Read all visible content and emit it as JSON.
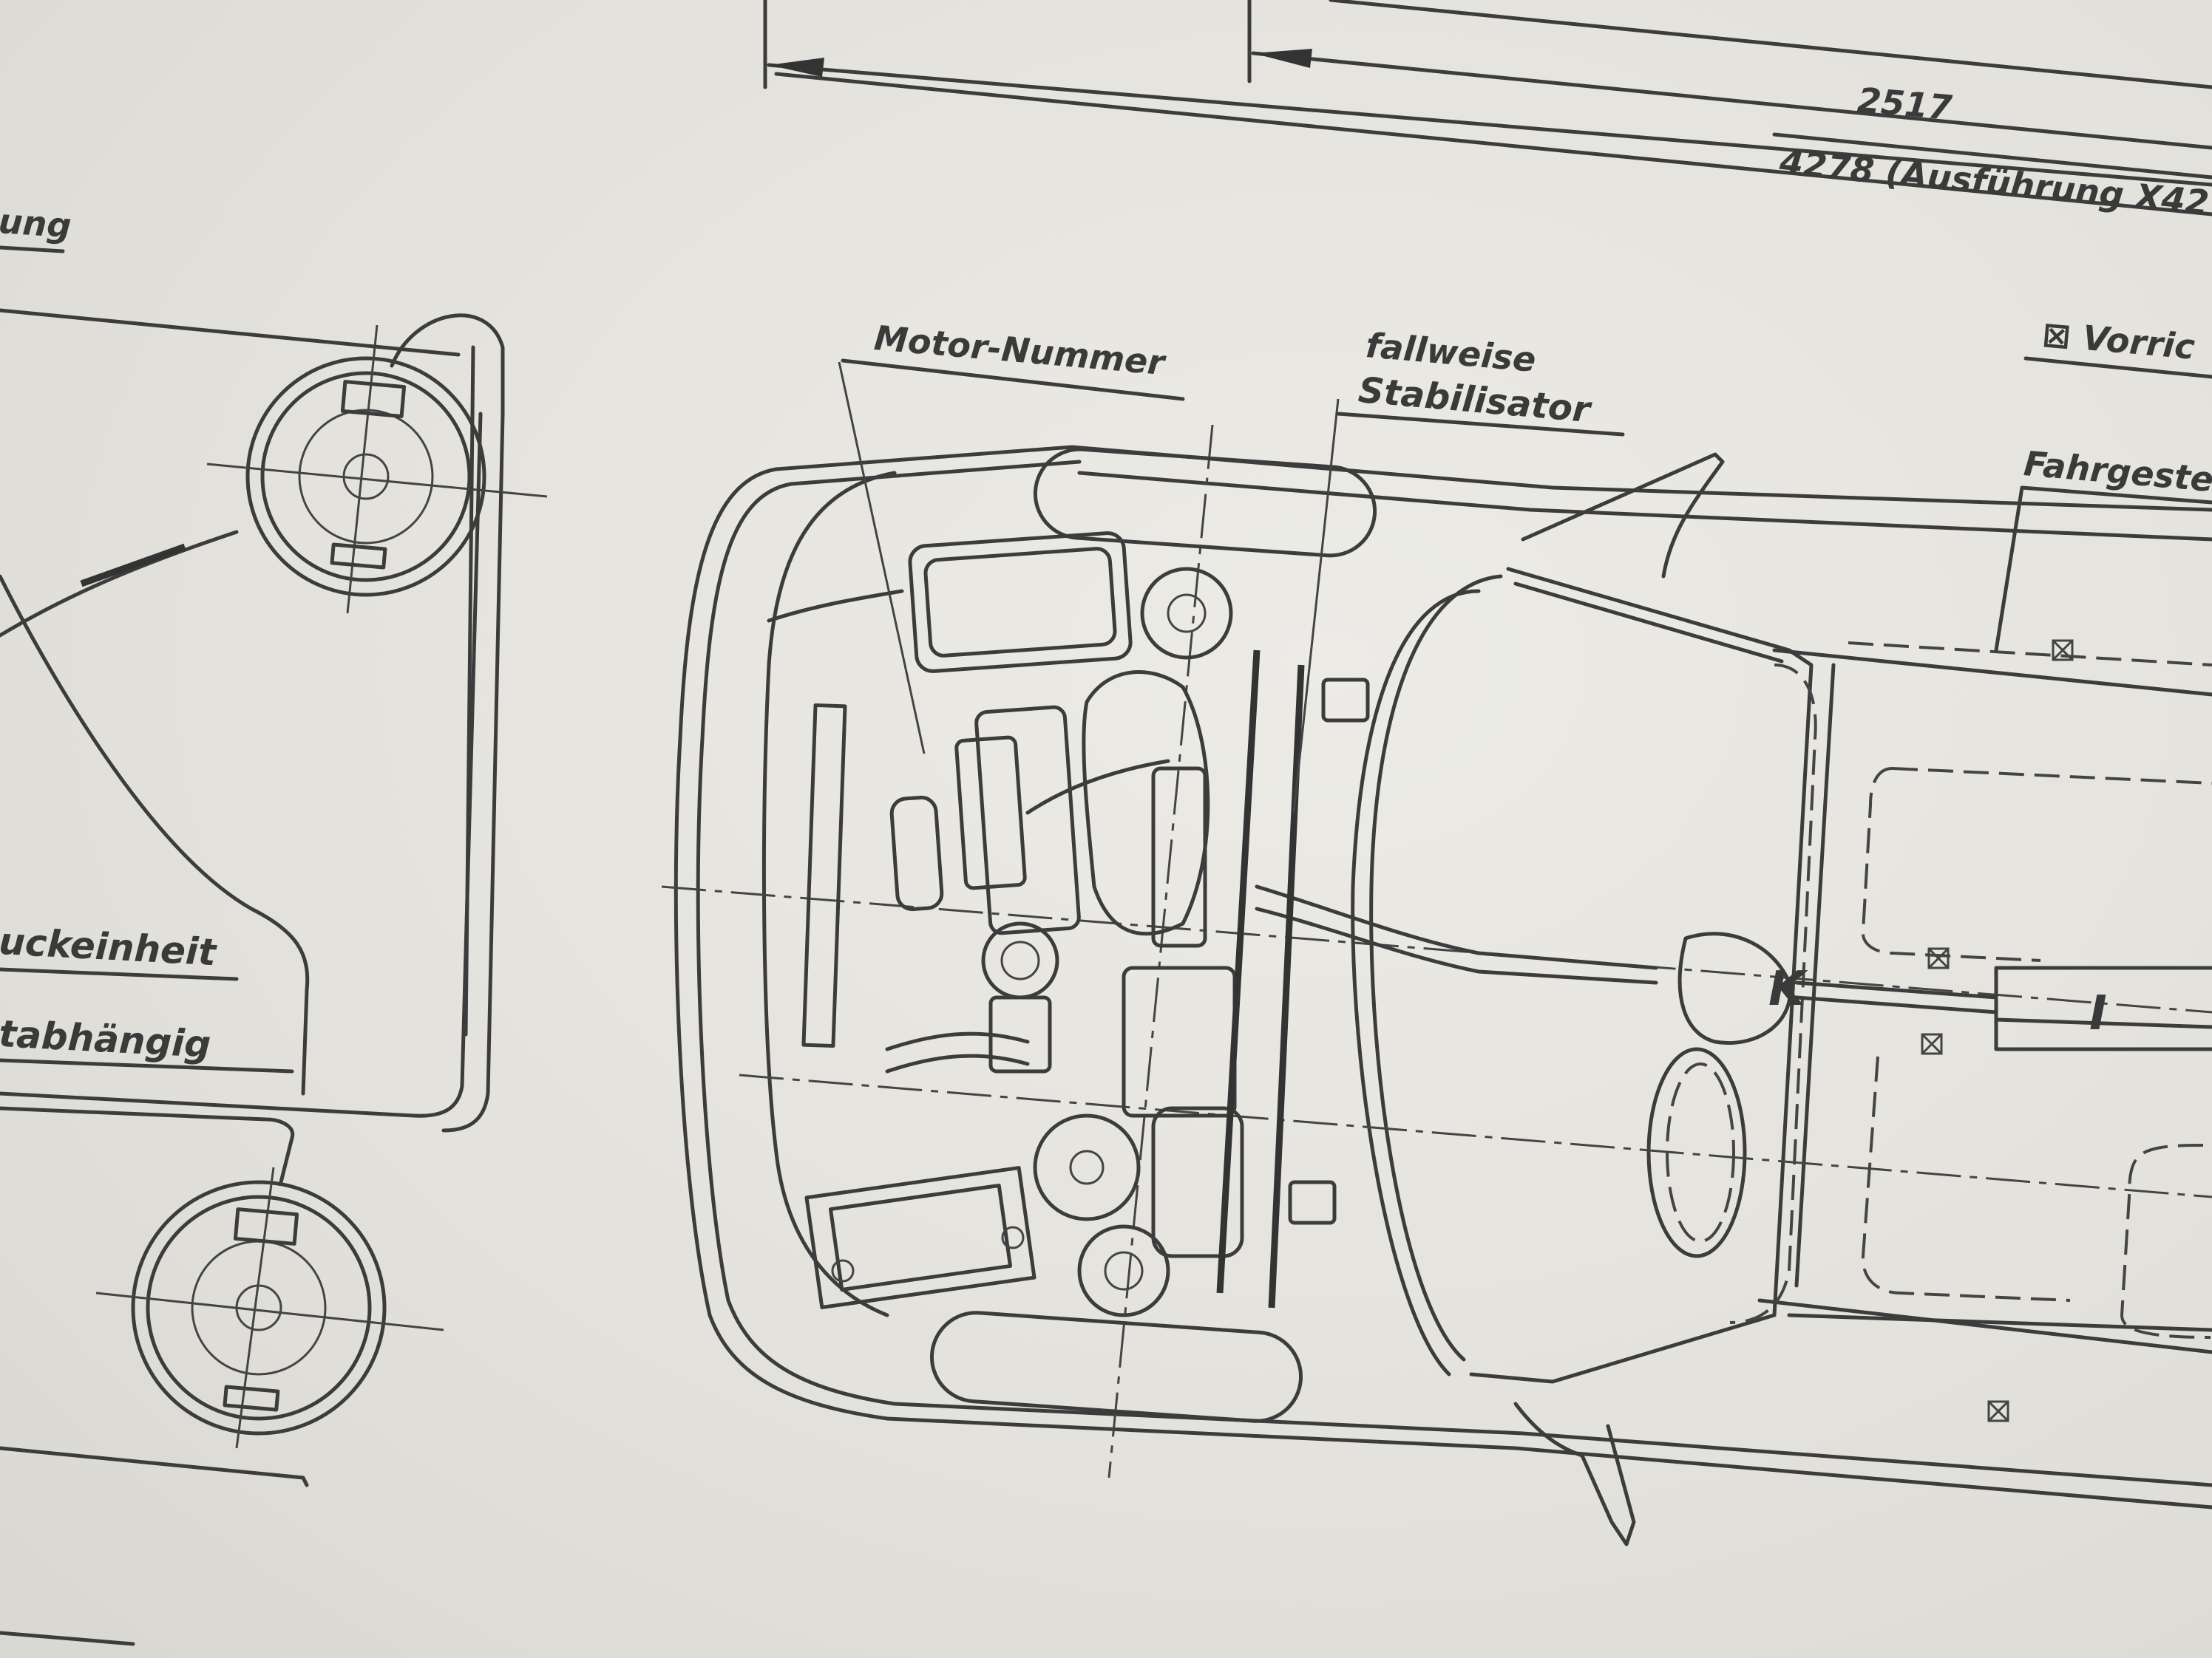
{
  "labels": {
    "dim_2517": "2517",
    "dim_4278": "4278 (Ausführung X42",
    "motor_nummer": "Motor-Nummer",
    "fallweise": "fallweise",
    "stabilisator": "Stabilisator",
    "vorric": "⊠ Vorric",
    "fahrgestell": "Fahrgeste",
    "ung": "ung",
    "druckeinheit": "uckeinheit",
    "lastabhaengig": "tabhängig",
    "marker_k": "K",
    "marker_i": "I"
  }
}
